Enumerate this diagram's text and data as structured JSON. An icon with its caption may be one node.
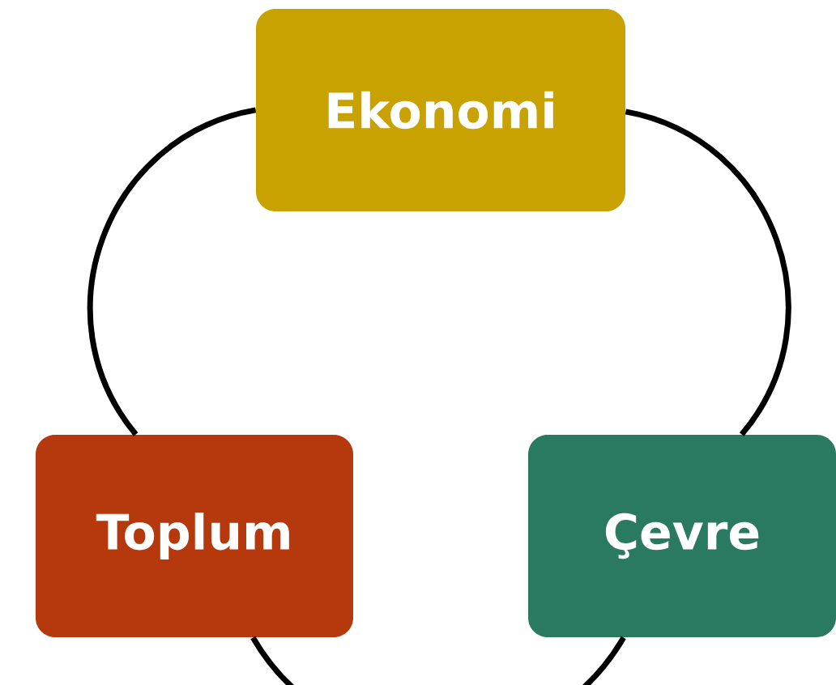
{
  "diagram": {
    "nodes": [
      {
        "text": [
          "Ekonomi"
        ]
      },
      {
        "text": [
          "Toplum"
        ]
      },
      {
        "text": [
          "Çevre"
        ]
      }
    ],
    "edges": [
      {
        "from": 0,
        "to": 1,
        "arrow": "none"
      },
      {
        "from": 0,
        "to": 2,
        "arrow": "none"
      },
      {
        "from": 1,
        "to": 2,
        "arrow": "none"
      }
    ]
  }
}
